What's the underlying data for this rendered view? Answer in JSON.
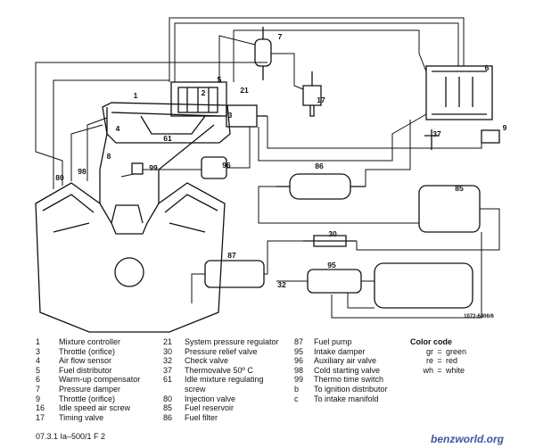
{
  "diagram": {
    "callouts": [
      "1",
      "2",
      "3",
      "4",
      "5",
      "6",
      "7",
      "8",
      "9",
      "17",
      "21",
      "30",
      "32",
      "37",
      "61",
      "80",
      "85",
      "86",
      "87",
      "95",
      "96",
      "98",
      "99"
    ],
    "drawing_code": "1072-6406/6"
  },
  "legend": {
    "col1": [
      {
        "num": "1",
        "text": "Mixture controller"
      },
      {
        "num": "3",
        "text": "Throttle (orifice)"
      },
      {
        "num": "4",
        "text": "Air flow sensor"
      },
      {
        "num": "5",
        "text": "Fuel distributor"
      },
      {
        "num": "6",
        "text": "Warm-up compensator"
      },
      {
        "num": "7",
        "text": "Pressure damper"
      },
      {
        "num": "9",
        "text": "Throttle (orifice)"
      },
      {
        "num": "16",
        "text": "Idle speed air screw"
      },
      {
        "num": "17",
        "text": "Timing valve"
      }
    ],
    "col2": [
      {
        "num": "21",
        "text": "System pressure regulator"
      },
      {
        "num": "30",
        "text": "Pressure relief valve"
      },
      {
        "num": "32",
        "text": "Check valve"
      },
      {
        "num": "37",
        "text": "Thermovalve 50º C"
      },
      {
        "num": "61",
        "text": "Idle mixture regulating"
      },
      {
        "num": "",
        "text": "screw"
      },
      {
        "num": "80",
        "text": "Injection valve"
      },
      {
        "num": "85",
        "text": "Fuel reservoir"
      },
      {
        "num": "86",
        "text": "Fuel filter"
      }
    ],
    "col3": [
      {
        "num": "87",
        "text": "Fuel pump"
      },
      {
        "num": "95",
        "text": "Intake damper"
      },
      {
        "num": "96",
        "text": "Auxiliary air valve"
      },
      {
        "num": "98",
        "text": "Cold starting valve"
      },
      {
        "num": "99",
        "text": "Thermo time switch"
      },
      {
        "num": "b",
        "text": "To ignition distributor"
      },
      {
        "num": "c",
        "text": "To intake manifold"
      }
    ],
    "color_code": {
      "title": "Color code",
      "rows": [
        {
          "code": "gr",
          "eq": "=",
          "name": "green"
        },
        {
          "code": "re",
          "eq": "=",
          "name": "red"
        },
        {
          "code": "wh",
          "eq": "=",
          "name": "white"
        }
      ]
    }
  },
  "doc_ref": "07.3.1 Ia–500/1    F 2",
  "watermark": "benzworld.org"
}
